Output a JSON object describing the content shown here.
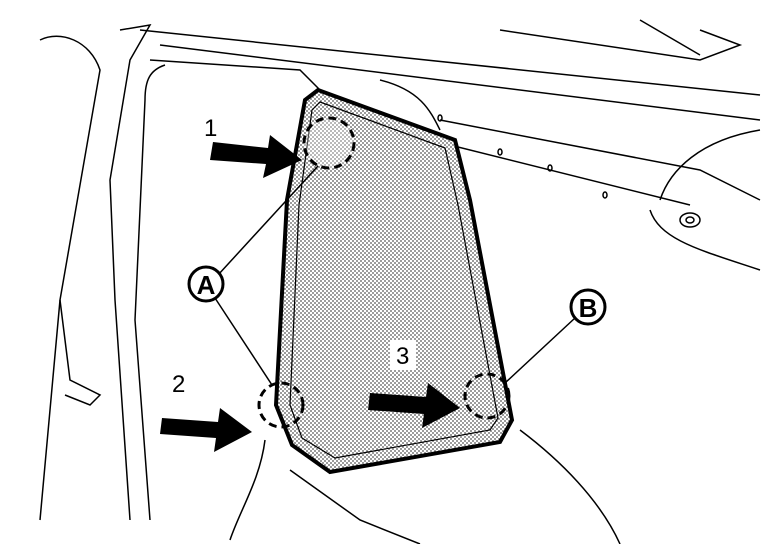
{
  "diagram": {
    "step_labels": [
      "1",
      "2",
      "3"
    ],
    "callouts": [
      "A",
      "B"
    ],
    "colors": {
      "line": "#000000",
      "panel_fill": "#bdbdbd",
      "background": "#ffffff"
    }
  }
}
